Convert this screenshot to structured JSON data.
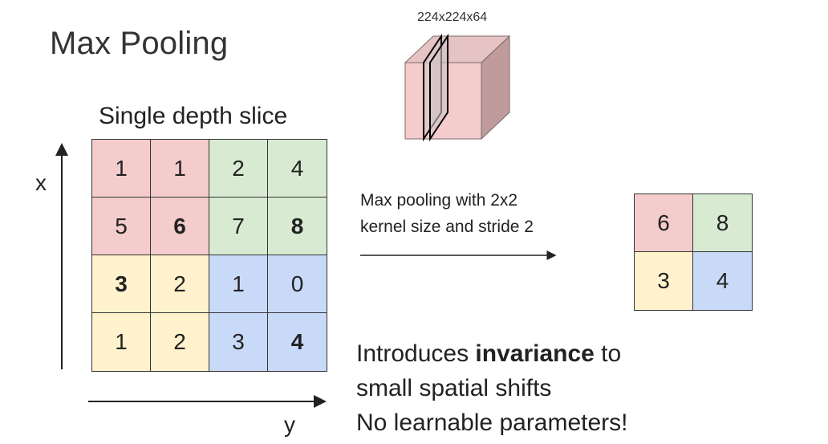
{
  "title": "Max Pooling",
  "cube_label": "224x224x64",
  "slice_title": "Single depth slice",
  "axis": {
    "x_label": "x",
    "y_label": "y"
  },
  "colors": {
    "red": "#f4cccc",
    "green": "#d9ead3",
    "yellow": "#fff2cc",
    "blue": "#c9daf8"
  },
  "input_grid": [
    [
      {
        "v": "1",
        "c": "red"
      },
      {
        "v": "1",
        "c": "red"
      },
      {
        "v": "2",
        "c": "green"
      },
      {
        "v": "4",
        "c": "green"
      }
    ],
    [
      {
        "v": "5",
        "c": "red"
      },
      {
        "v": "6",
        "c": "red",
        "b": true
      },
      {
        "v": "7",
        "c": "green"
      },
      {
        "v": "8",
        "c": "green",
        "b": true
      }
    ],
    [
      {
        "v": "3",
        "c": "yellow",
        "b": true
      },
      {
        "v": "2",
        "c": "yellow"
      },
      {
        "v": "1",
        "c": "blue"
      },
      {
        "v": "0",
        "c": "blue"
      }
    ],
    [
      {
        "v": "1",
        "c": "yellow"
      },
      {
        "v": "2",
        "c": "yellow"
      },
      {
        "v": "3",
        "c": "blue"
      },
      {
        "v": "4",
        "c": "blue",
        "b": true
      }
    ]
  ],
  "caption": {
    "line1": "Max pooling with 2x2",
    "line2": "kernel size and stride 2"
  },
  "output_grid": [
    [
      {
        "v": "6",
        "c": "red"
      },
      {
        "v": "8",
        "c": "green"
      }
    ],
    [
      {
        "v": "3",
        "c": "yellow"
      },
      {
        "v": "4",
        "c": "blue"
      }
    ]
  ],
  "note": {
    "pre": "Introduces ",
    "bold": "invariance",
    "post": " to",
    "line2": "small spatial shifts",
    "line3": "No learnable parameters!"
  }
}
